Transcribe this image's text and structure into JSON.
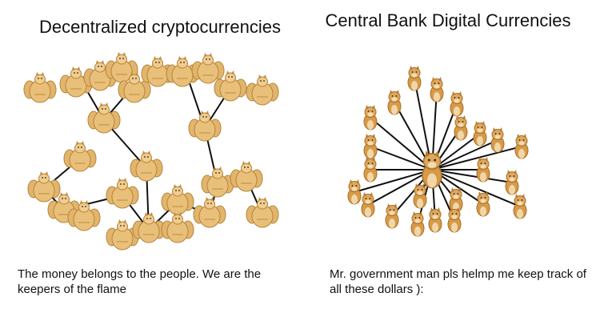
{
  "left_panel": {
    "title": "Decentralized cryptocurrencies",
    "caption": "The money belongs to the people. We are the keepers of the flame",
    "figure_style": "buff-doge-network"
  },
  "right_panel": {
    "title": "Central Bank Digital Currencies",
    "caption": "Mr. government man pls helmp me keep track of all these dollars ):",
    "figure_style": "cheems-hub-network"
  },
  "colors": {
    "background": "#ffffff",
    "text": "#111111",
    "line": "#111111",
    "doge_fur": "#e2b56c",
    "doge_shade": "#c08a3e",
    "cheems_fur": "#d79a48"
  }
}
